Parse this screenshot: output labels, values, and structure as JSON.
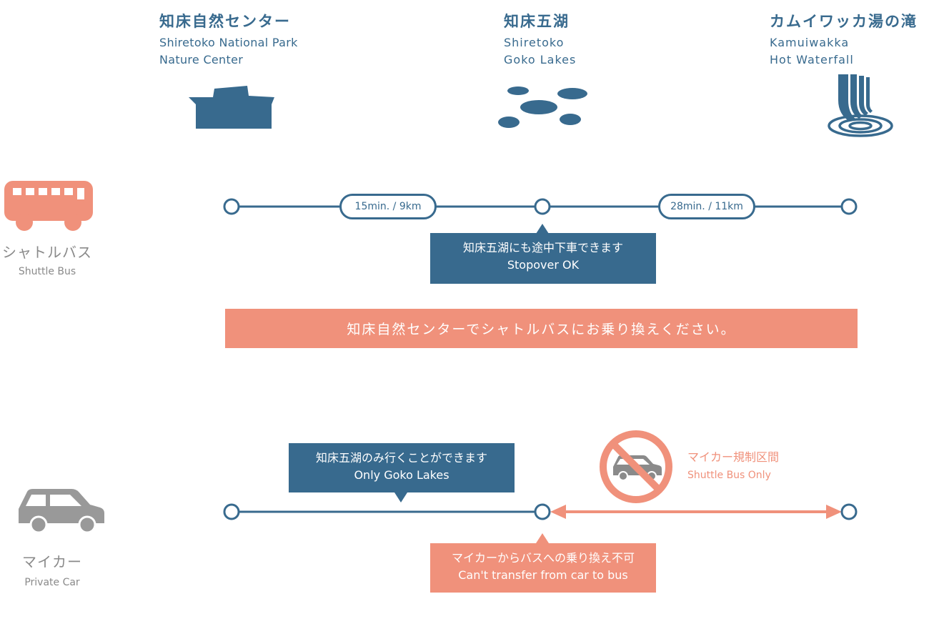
{
  "destinations": [
    {
      "ja": "知床自然センター",
      "en": "Shiretoko National Park\nNature Center",
      "icon": "building-icon"
    },
    {
      "ja": "知床五湖",
      "en": "Shiretoko\nGoko Lakes",
      "icon": "lakes-icon"
    },
    {
      "ja": "カムイワッカ湯の滝",
      "en": "Kamuiwakka\nHot Waterfall",
      "icon": "waterfall-icon"
    }
  ],
  "shuttle": {
    "mode_ja": "シャトルバス",
    "mode_en": "Shuttle Bus",
    "segment1": "15min. / 9km",
    "segment2": "28min. / 11km",
    "stopover_ja": "知床五湖にも途中下車できます",
    "stopover_en": "Stopover OK"
  },
  "banner": "知床自然センターでシャトルバスにお乗り換えください。",
  "car": {
    "mode_ja": "マイカー",
    "mode_en": "Private Car",
    "only_ja": "知床五湖のみ行くことができます",
    "only_en": "Only Goko Lakes",
    "restricted_ja": "マイカー規制区間",
    "restricted_en": "Shuttle Bus Only",
    "notransfer_ja": "マイカーからバスへの乗り換え不可",
    "notransfer_en": "Can't transfer from car to bus"
  },
  "colors": {
    "blue": "#386a8e",
    "salmon": "#f0917b",
    "gray": "#8a8a8a"
  }
}
